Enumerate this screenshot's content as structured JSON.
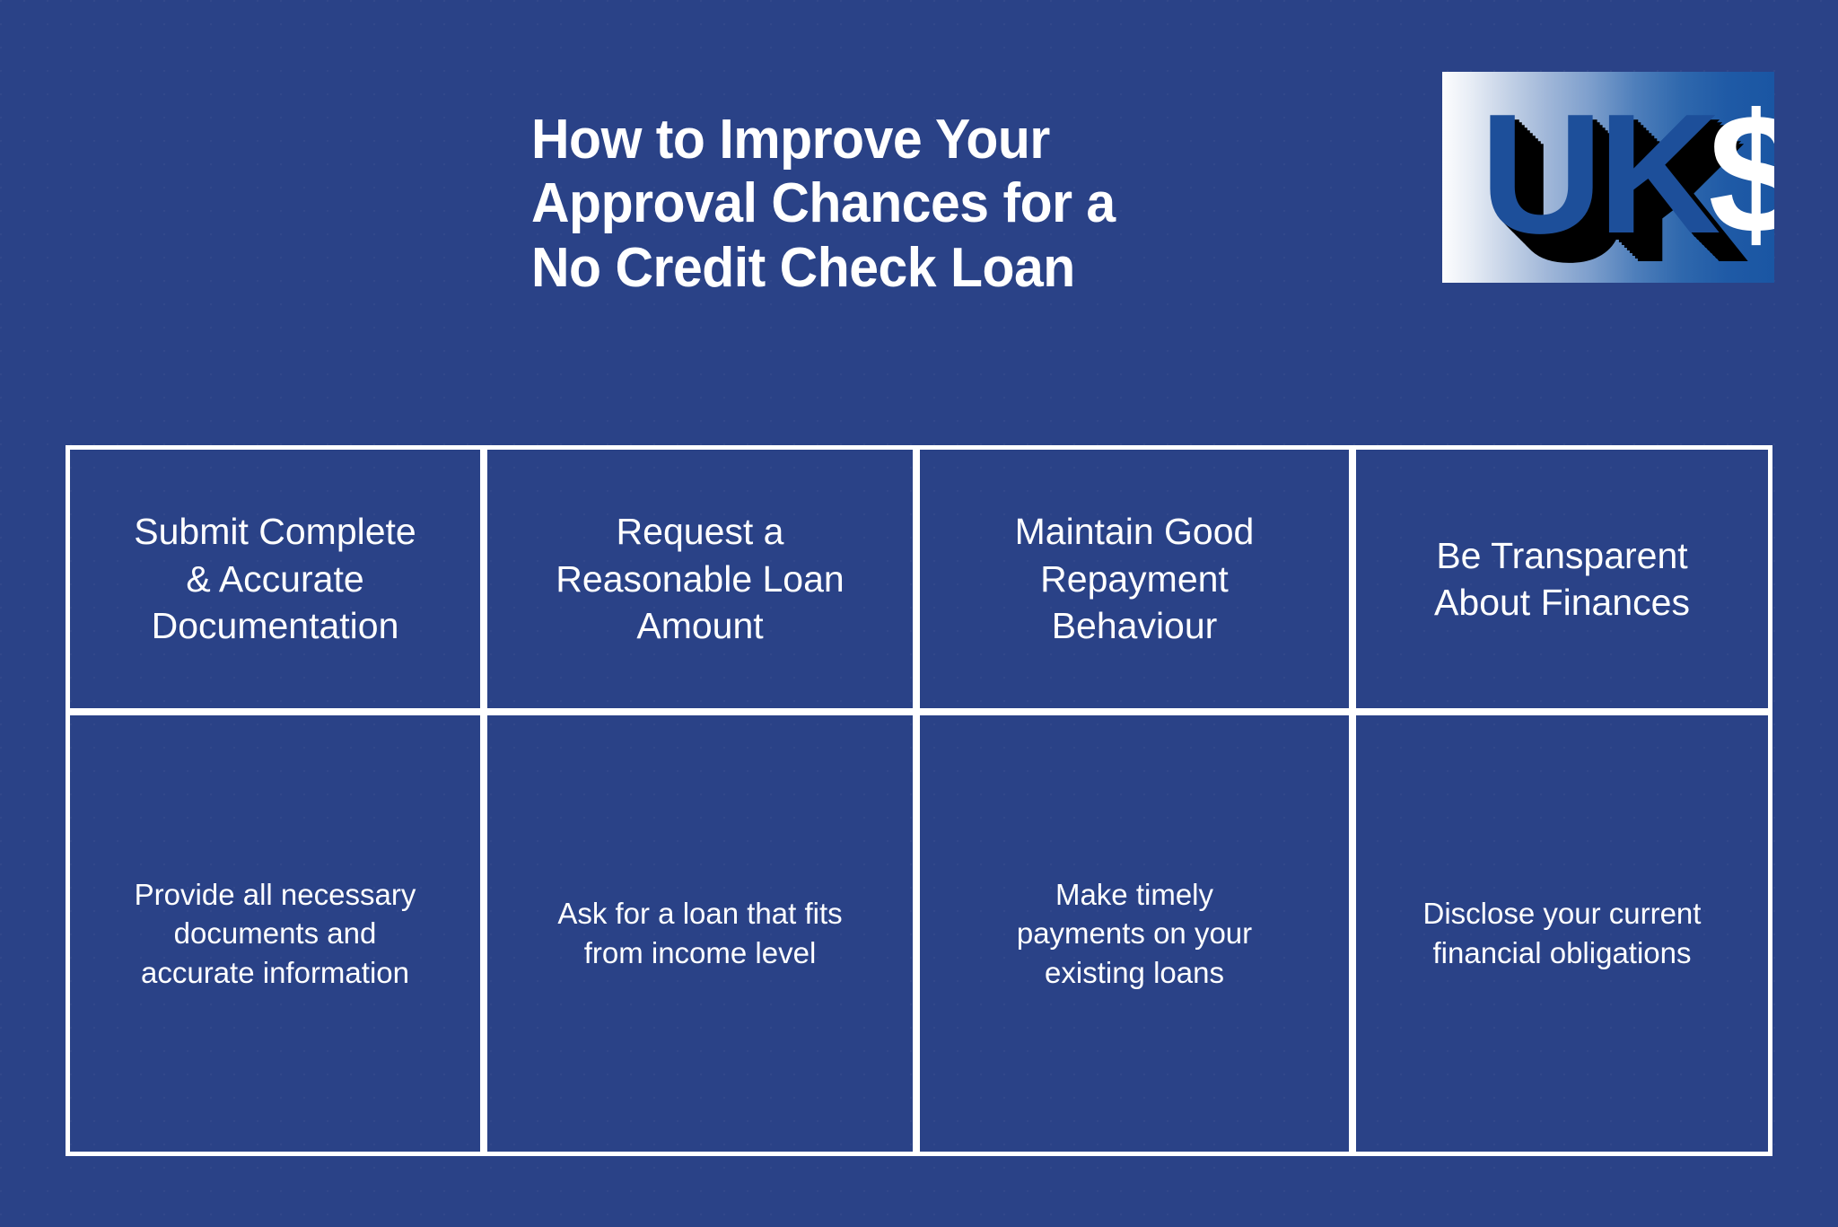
{
  "background_color": "#2a4287",
  "text_color": "#ffffff",
  "header": {
    "title": "How to Improve Your\nApproval Chances for a\nNo Credit Check Loan"
  },
  "logo": {
    "name": "uk-dollar-logo",
    "letters": "UK",
    "symbol": "$",
    "letters_color": "#1d4f9a",
    "symbol_color": "#ffffff",
    "shadow_color": "#000000",
    "gradient_from": "#fdfdfe",
    "gradient_to": "#1a56a3"
  },
  "table": {
    "border_color": "#ffffff",
    "columns": [
      {
        "heading": "Submit Complete\n& Accurate\nDocumentation",
        "body": "Provide all necessary\ndocuments and\naccurate information"
      },
      {
        "heading": "Request a\nReasonable Loan\nAmount",
        "body": "Ask for a loan that fits\nfrom income level"
      },
      {
        "heading": "Maintain Good\nRepayment\nBehaviour",
        "body": "Make timely\npayments on your\nexisting loans"
      },
      {
        "heading": "Be Transparent\nAbout Finances",
        "body": "Disclose your current\nfinancial obligations"
      }
    ]
  }
}
